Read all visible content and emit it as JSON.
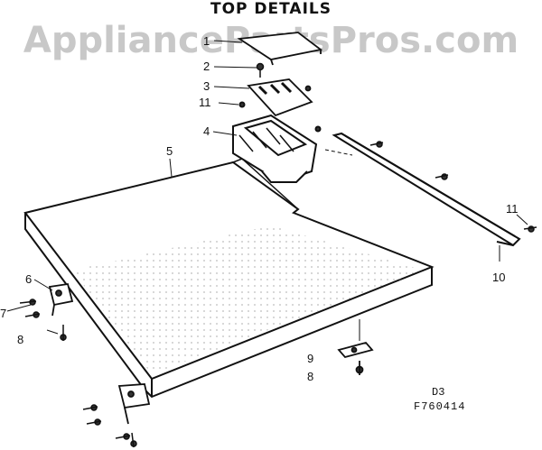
{
  "title": "TOP DETAILS",
  "watermark": "AppliancePartsPros.com",
  "callouts": [
    {
      "id": "1",
      "text": "1"
    },
    {
      "id": "2",
      "text": "2"
    },
    {
      "id": "3",
      "text": "3"
    },
    {
      "id": "11a",
      "text": "11"
    },
    {
      "id": "4",
      "text": "4"
    },
    {
      "id": "5",
      "text": "5"
    },
    {
      "id": "11b",
      "text": "11"
    },
    {
      "id": "10",
      "text": "10"
    },
    {
      "id": "6",
      "text": "6"
    },
    {
      "id": "7",
      "text": "7"
    },
    {
      "id": "8a",
      "text": "8"
    },
    {
      "id": "9",
      "text": "9"
    },
    {
      "id": "8b",
      "text": "8"
    }
  ],
  "codes": {
    "d3": "D3",
    "figure": "F760414"
  }
}
